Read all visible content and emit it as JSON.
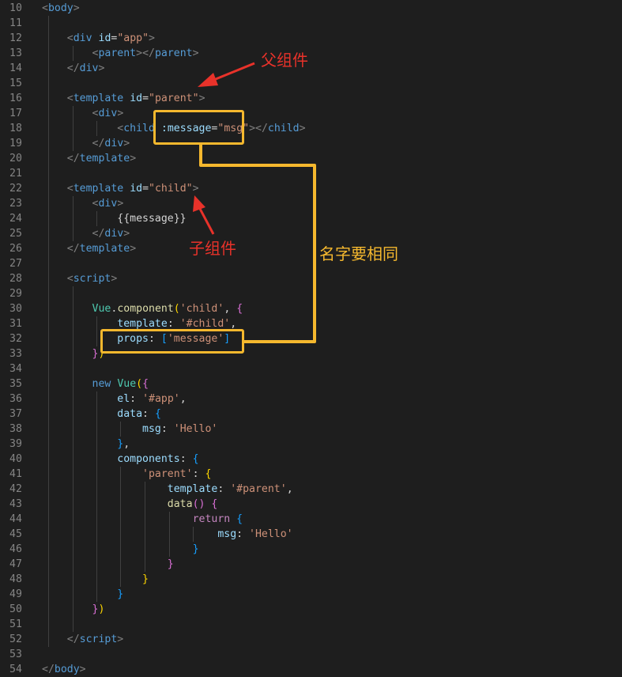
{
  "colors": {
    "background": "#1e1e1e",
    "line_number": "#858585",
    "annotation_box": "#f5b82e",
    "annotation_red": "#e8322a",
    "annotation_text_right": "#f5b82e"
  },
  "lines": [
    {
      "num": "10",
      "tokens": [
        [
          "tk-br",
          "<"
        ],
        [
          "tk-tag",
          "body"
        ],
        [
          "tk-br",
          ">"
        ]
      ]
    },
    {
      "num": "11",
      "tokens": []
    },
    {
      "num": "12",
      "tokens": [
        [
          "tk-plain",
          "    "
        ],
        [
          "tk-br",
          "<"
        ],
        [
          "tk-tag",
          "div"
        ],
        [
          "tk-plain",
          " "
        ],
        [
          "tk-attr",
          "id"
        ],
        [
          "tk-plain",
          "="
        ],
        [
          "tk-str",
          "\"app\""
        ],
        [
          "tk-br",
          ">"
        ]
      ]
    },
    {
      "num": "13",
      "tokens": [
        [
          "tk-plain",
          "        "
        ],
        [
          "tk-br",
          "<"
        ],
        [
          "tk-tag",
          "parent"
        ],
        [
          "tk-br",
          "></"
        ],
        [
          "tk-tag",
          "parent"
        ],
        [
          "tk-br",
          ">"
        ]
      ]
    },
    {
      "num": "14",
      "tokens": [
        [
          "tk-plain",
          "    "
        ],
        [
          "tk-br",
          "</"
        ],
        [
          "tk-tag",
          "div"
        ],
        [
          "tk-br",
          ">"
        ]
      ]
    },
    {
      "num": "15",
      "tokens": []
    },
    {
      "num": "16",
      "tokens": [
        [
          "tk-plain",
          "    "
        ],
        [
          "tk-br",
          "<"
        ],
        [
          "tk-tag",
          "template"
        ],
        [
          "tk-plain",
          " "
        ],
        [
          "tk-attr",
          "id"
        ],
        [
          "tk-plain",
          "="
        ],
        [
          "tk-str",
          "\"parent\""
        ],
        [
          "tk-br",
          ">"
        ]
      ]
    },
    {
      "num": "17",
      "tokens": [
        [
          "tk-plain",
          "        "
        ],
        [
          "tk-br",
          "<"
        ],
        [
          "tk-tag",
          "div"
        ],
        [
          "tk-br",
          ">"
        ]
      ]
    },
    {
      "num": "18",
      "tokens": [
        [
          "tk-plain",
          "            "
        ],
        [
          "tk-br",
          "<"
        ],
        [
          "tk-tag",
          "child"
        ],
        [
          "tk-plain",
          " "
        ],
        [
          "tk-attr",
          ":message"
        ],
        [
          "tk-plain",
          "="
        ],
        [
          "tk-str",
          "\"msg\""
        ],
        [
          "tk-br",
          "></"
        ],
        [
          "tk-tag",
          "child"
        ],
        [
          "tk-br",
          ">"
        ]
      ]
    },
    {
      "num": "19",
      "tokens": [
        [
          "tk-plain",
          "        "
        ],
        [
          "tk-br",
          "</"
        ],
        [
          "tk-tag",
          "div"
        ],
        [
          "tk-br",
          ">"
        ]
      ]
    },
    {
      "num": "20",
      "tokens": [
        [
          "tk-plain",
          "    "
        ],
        [
          "tk-br",
          "</"
        ],
        [
          "tk-tag",
          "template"
        ],
        [
          "tk-br",
          ">"
        ]
      ]
    },
    {
      "num": "21",
      "tokens": []
    },
    {
      "num": "22",
      "tokens": [
        [
          "tk-plain",
          "    "
        ],
        [
          "tk-br",
          "<"
        ],
        [
          "tk-tag",
          "template"
        ],
        [
          "tk-plain",
          " "
        ],
        [
          "tk-attr",
          "id"
        ],
        [
          "tk-plain",
          "="
        ],
        [
          "tk-str",
          "\"child\""
        ],
        [
          "tk-br",
          ">"
        ]
      ]
    },
    {
      "num": "23",
      "tokens": [
        [
          "tk-plain",
          "        "
        ],
        [
          "tk-br",
          "<"
        ],
        [
          "tk-tag",
          "div"
        ],
        [
          "tk-br",
          ">"
        ]
      ]
    },
    {
      "num": "24",
      "tokens": [
        [
          "tk-plain",
          "            "
        ],
        [
          "tk-plain",
          "{{message}}"
        ]
      ]
    },
    {
      "num": "25",
      "tokens": [
        [
          "tk-plain",
          "        "
        ],
        [
          "tk-br",
          "</"
        ],
        [
          "tk-tag",
          "div"
        ],
        [
          "tk-br",
          ">"
        ]
      ]
    },
    {
      "num": "26",
      "tokens": [
        [
          "tk-plain",
          "    "
        ],
        [
          "tk-br",
          "</"
        ],
        [
          "tk-tag",
          "template"
        ],
        [
          "tk-br",
          ">"
        ]
      ]
    },
    {
      "num": "27",
      "tokens": []
    },
    {
      "num": "28",
      "tokens": [
        [
          "tk-plain",
          "    "
        ],
        [
          "tk-br",
          "<"
        ],
        [
          "tk-tag",
          "script"
        ],
        [
          "tk-br",
          ">"
        ]
      ]
    },
    {
      "num": "29",
      "tokens": []
    },
    {
      "num": "30",
      "tokens": [
        [
          "tk-plain",
          "        "
        ],
        [
          "tk-cls",
          "Vue"
        ],
        [
          "tk-plain",
          "."
        ],
        [
          "tk-fn",
          "component"
        ],
        [
          "tk-br1",
          "("
        ],
        [
          "tk-str",
          "'child'"
        ],
        [
          "tk-plain",
          ", "
        ],
        [
          "tk-br2",
          "{"
        ]
      ]
    },
    {
      "num": "31",
      "tokens": [
        [
          "tk-plain",
          "            "
        ],
        [
          "tk-prop",
          "template"
        ],
        [
          "tk-plain",
          ": "
        ],
        [
          "tk-str",
          "'#child'"
        ],
        [
          "tk-plain",
          ","
        ]
      ]
    },
    {
      "num": "32",
      "tokens": [
        [
          "tk-plain",
          "            "
        ],
        [
          "tk-prop",
          "props"
        ],
        [
          "tk-plain",
          ": "
        ],
        [
          "tk-br3",
          "["
        ],
        [
          "tk-str",
          "'message'"
        ],
        [
          "tk-br3",
          "]"
        ]
      ]
    },
    {
      "num": "33",
      "tokens": [
        [
          "tk-plain",
          "        "
        ],
        [
          "tk-br2",
          "}"
        ],
        [
          "tk-br1",
          ")"
        ]
      ]
    },
    {
      "num": "34",
      "tokens": []
    },
    {
      "num": "35",
      "tokens": [
        [
          "tk-plain",
          "        "
        ],
        [
          "tk-kw",
          "new"
        ],
        [
          "tk-plain",
          " "
        ],
        [
          "tk-cls",
          "Vue"
        ],
        [
          "tk-br1",
          "("
        ],
        [
          "tk-br2",
          "{"
        ]
      ]
    },
    {
      "num": "36",
      "tokens": [
        [
          "tk-plain",
          "            "
        ],
        [
          "tk-prop",
          "el"
        ],
        [
          "tk-plain",
          ": "
        ],
        [
          "tk-str",
          "'#app'"
        ],
        [
          "tk-plain",
          ","
        ]
      ]
    },
    {
      "num": "37",
      "tokens": [
        [
          "tk-plain",
          "            "
        ],
        [
          "tk-prop",
          "data"
        ],
        [
          "tk-plain",
          ": "
        ],
        [
          "tk-br3",
          "{"
        ]
      ]
    },
    {
      "num": "38",
      "tokens": [
        [
          "tk-plain",
          "                "
        ],
        [
          "tk-prop",
          "msg"
        ],
        [
          "tk-plain",
          ": "
        ],
        [
          "tk-str",
          "'Hello'"
        ]
      ]
    },
    {
      "num": "39",
      "tokens": [
        [
          "tk-plain",
          "            "
        ],
        [
          "tk-br3",
          "}"
        ],
        [
          "tk-plain",
          ","
        ]
      ]
    },
    {
      "num": "40",
      "tokens": [
        [
          "tk-plain",
          "            "
        ],
        [
          "tk-prop",
          "components"
        ],
        [
          "tk-plain",
          ": "
        ],
        [
          "tk-br3",
          "{"
        ]
      ]
    },
    {
      "num": "41",
      "tokens": [
        [
          "tk-plain",
          "                "
        ],
        [
          "tk-str",
          "'parent'"
        ],
        [
          "tk-plain",
          ": "
        ],
        [
          "tk-br1",
          "{"
        ]
      ]
    },
    {
      "num": "42",
      "tokens": [
        [
          "tk-plain",
          "                    "
        ],
        [
          "tk-prop",
          "template"
        ],
        [
          "tk-plain",
          ": "
        ],
        [
          "tk-str",
          "'#parent'"
        ],
        [
          "tk-plain",
          ","
        ]
      ]
    },
    {
      "num": "43",
      "tokens": [
        [
          "tk-plain",
          "                    "
        ],
        [
          "tk-fn",
          "data"
        ],
        [
          "tk-br2",
          "()"
        ],
        [
          "tk-plain",
          " "
        ],
        [
          "tk-br2",
          "{"
        ]
      ]
    },
    {
      "num": "44",
      "tokens": [
        [
          "tk-plain",
          "                        "
        ],
        [
          "tk-ctrl",
          "return"
        ],
        [
          "tk-plain",
          " "
        ],
        [
          "tk-br3",
          "{"
        ]
      ]
    },
    {
      "num": "45",
      "tokens": [
        [
          "tk-plain",
          "                            "
        ],
        [
          "tk-prop",
          "msg"
        ],
        [
          "tk-plain",
          ": "
        ],
        [
          "tk-str",
          "'Hello'"
        ]
      ]
    },
    {
      "num": "46",
      "tokens": [
        [
          "tk-plain",
          "                        "
        ],
        [
          "tk-br3",
          "}"
        ]
      ]
    },
    {
      "num": "47",
      "tokens": [
        [
          "tk-plain",
          "                    "
        ],
        [
          "tk-br2",
          "}"
        ]
      ]
    },
    {
      "num": "48",
      "tokens": [
        [
          "tk-plain",
          "                "
        ],
        [
          "tk-br1",
          "}"
        ]
      ]
    },
    {
      "num": "49",
      "tokens": [
        [
          "tk-plain",
          "            "
        ],
        [
          "tk-br3",
          "}"
        ]
      ]
    },
    {
      "num": "50",
      "tokens": [
        [
          "tk-plain",
          "        "
        ],
        [
          "tk-br2",
          "}"
        ],
        [
          "tk-br1",
          ")"
        ]
      ]
    },
    {
      "num": "51",
      "tokens": []
    },
    {
      "num": "52",
      "tokens": [
        [
          "tk-plain",
          "    "
        ],
        [
          "tk-br",
          "</"
        ],
        [
          "tk-tag",
          "script"
        ],
        [
          "tk-br",
          ">"
        ]
      ]
    },
    {
      "num": "53",
      "tokens": []
    },
    {
      "num": "54",
      "tokens": [
        [
          "tk-br",
          "</"
        ],
        [
          "tk-tag",
          "body"
        ],
        [
          "tk-br",
          ">"
        ]
      ]
    }
  ],
  "annotations": {
    "parent_label": "父组件",
    "child_label": "子组件",
    "same_name_label": "名字要相同"
  }
}
